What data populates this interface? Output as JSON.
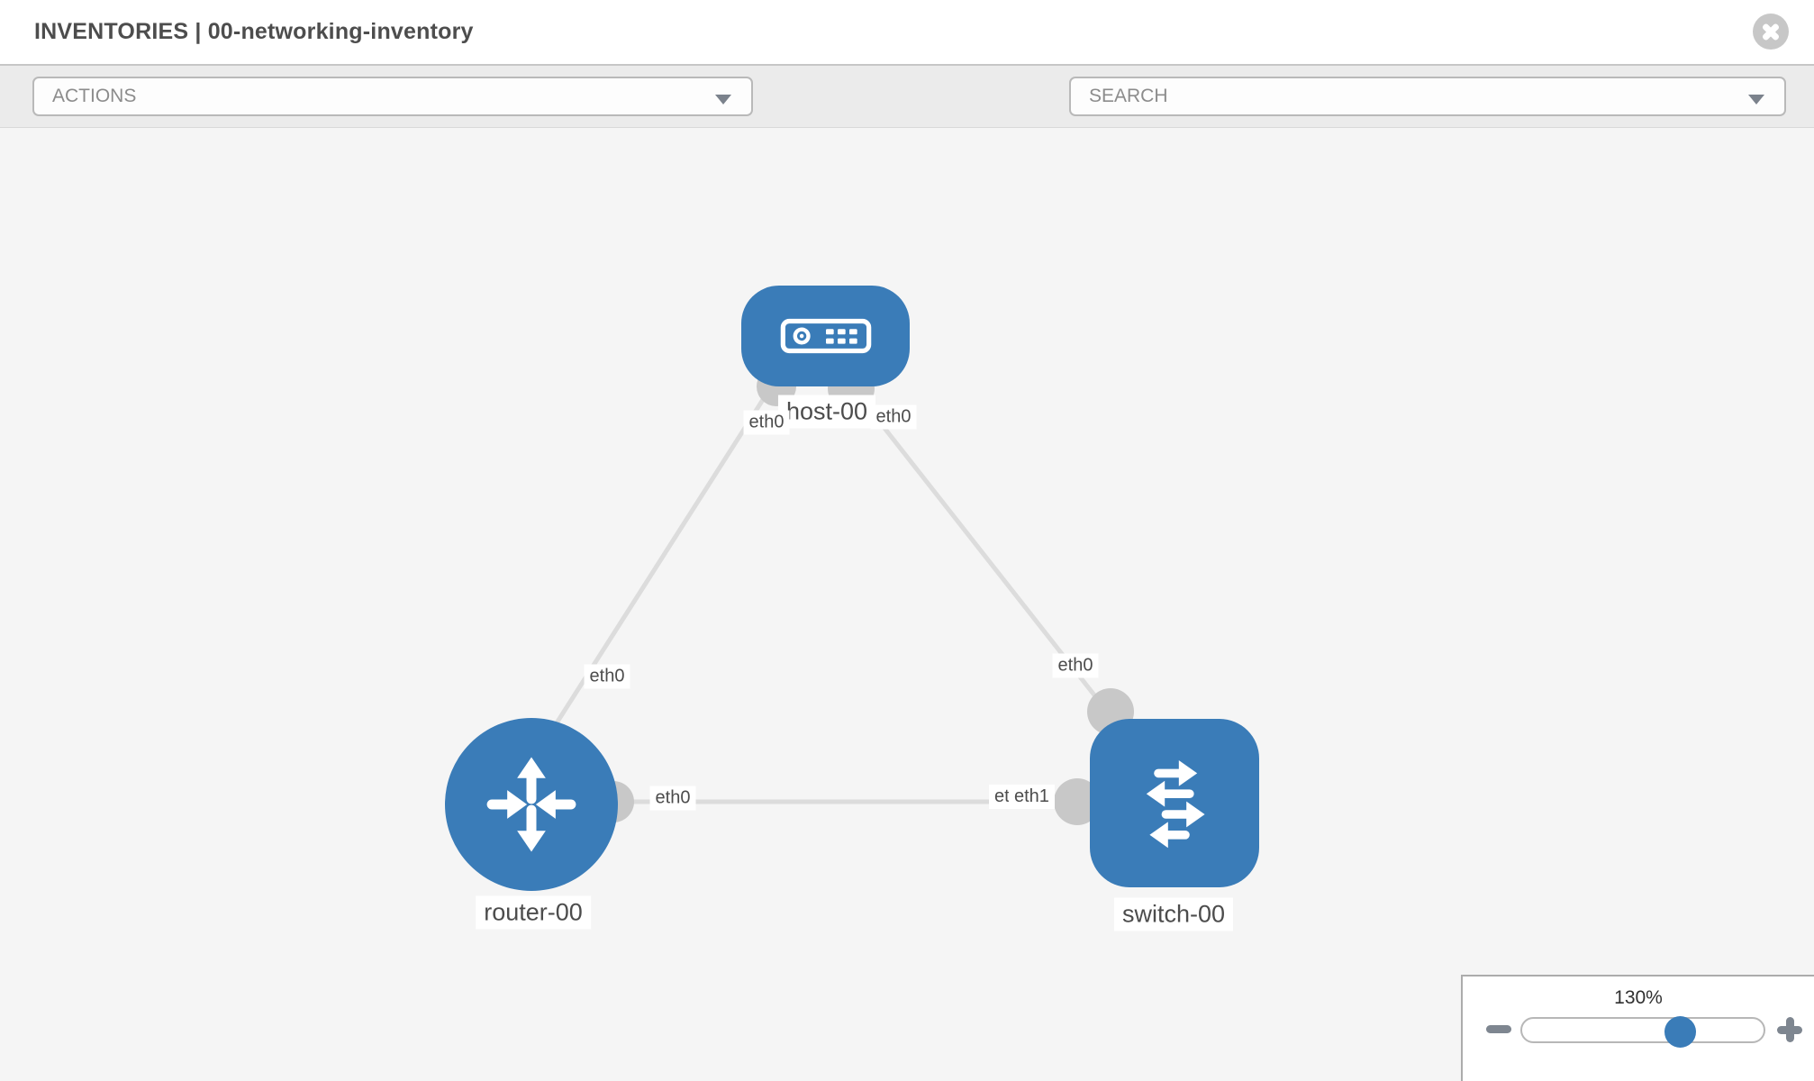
{
  "header": {
    "title": "INVENTORIES | 00-networking-inventory"
  },
  "toolbar": {
    "actions_label": "ACTIONS",
    "search_label": "SEARCH",
    "icons": [
      {
        "name": "wrench-icon"
      },
      {
        "name": "key-icon"
      }
    ]
  },
  "topology": {
    "nodes": [
      {
        "id": "host-00",
        "type": "host",
        "label": "host-00"
      },
      {
        "id": "router-00",
        "type": "router",
        "label": "router-00"
      },
      {
        "id": "switch-00",
        "type": "switch",
        "label": "switch-00"
      }
    ],
    "links": [
      {
        "from": "host-00",
        "from_interface": "eth0",
        "to": "router-00",
        "to_interface": "eth0"
      },
      {
        "from": "host-00",
        "from_interface": "eth0",
        "to": "switch-00",
        "to_interface": "eth0"
      },
      {
        "from": "router-00",
        "from_interface": "eth0",
        "to": "switch-00",
        "to_interface": "eth1"
      }
    ],
    "interface_labels": {
      "host_left": "eth0",
      "host_right": "eth0",
      "router_upper": "eth0",
      "router_right": "eth0",
      "switch_top": "eth0",
      "switch_left_back": "eth0",
      "switch_left_front": "eth1"
    }
  },
  "zoom_panel": {
    "value": "130%",
    "percent": 130
  },
  "colors": {
    "node_blue": "#3a7cb8",
    "link_gray": "#dcdcdc",
    "port_gray": "#c8c8c8",
    "canvas_bg": "#f5f5f5"
  }
}
